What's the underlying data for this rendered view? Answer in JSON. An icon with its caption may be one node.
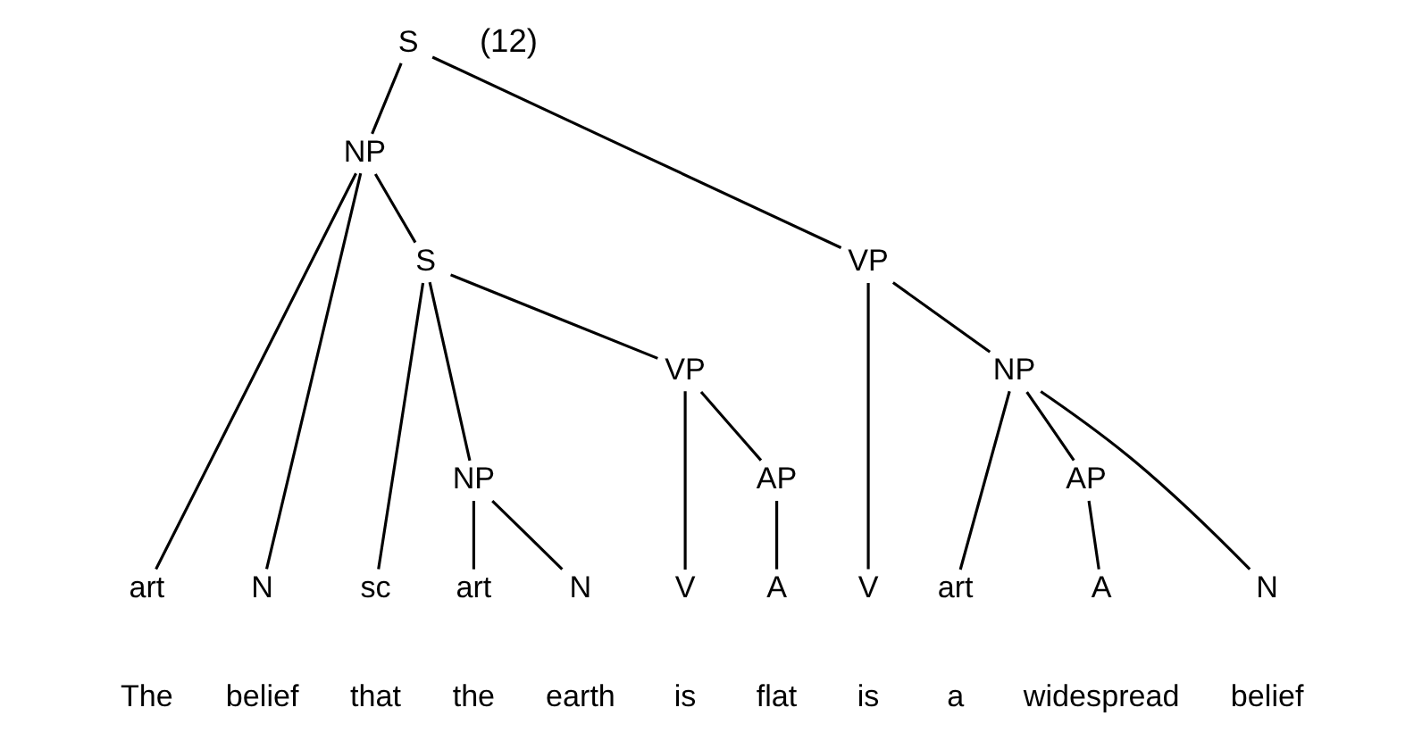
{
  "diagram": {
    "nodes": [
      {
        "text": [
          "S"
        ]
      },
      {
        "text": [
          "NP"
        ]
      },
      {
        "text": [
          "VP"
        ]
      },
      {
        "text": [
          "S"
        ]
      },
      {
        "text": [
          "VP"
        ]
      },
      {
        "text": [
          "NP"
        ]
      },
      {
        "text": [
          "NP"
        ]
      },
      {
        "text": [
          "AP"
        ]
      },
      {
        "text": [
          "AP"
        ]
      },
      {
        "text": [
          "art"
        ]
      },
      {
        "text": [
          "N"
        ]
      },
      {
        "text": [
          "sc"
        ]
      },
      {
        "text": [
          "art"
        ]
      },
      {
        "text": [
          "N"
        ]
      },
      {
        "text": [
          "V"
        ]
      },
      {
        "text": [
          "A"
        ]
      },
      {
        "text": [
          "V"
        ]
      },
      {
        "text": [
          "art"
        ]
      },
      {
        "text": [
          "A"
        ]
      },
      {
        "text": [
          "N"
        ]
      }
    ],
    "edges": [
      {
        "from": 0,
        "to": 1,
        "arrow": "none"
      },
      {
        "from": 0,
        "to": 2,
        "arrow": "none"
      },
      {
        "from": 1,
        "to": 9,
        "arrow": "none"
      },
      {
        "from": 1,
        "to": 10,
        "arrow": "none"
      },
      {
        "from": 1,
        "to": 3,
        "arrow": "none"
      },
      {
        "from": 3,
        "to": 11,
        "arrow": "none"
      },
      {
        "from": 3,
        "to": 6,
        "arrow": "none"
      },
      {
        "from": 3,
        "to": 4,
        "arrow": "none"
      },
      {
        "from": 6,
        "to": 12,
        "arrow": "none"
      },
      {
        "from": 6,
        "to": 13,
        "arrow": "none"
      },
      {
        "from": 4,
        "to": 14,
        "arrow": "none"
      },
      {
        "from": 4,
        "to": 7,
        "arrow": "none"
      },
      {
        "from": 7,
        "to": 15,
        "arrow": "none"
      },
      {
        "from": 2,
        "to": 16,
        "arrow": "none"
      },
      {
        "from": 2,
        "to": 5,
        "arrow": "none"
      },
      {
        "from": 5,
        "to": 17,
        "arrow": "none"
      },
      {
        "from": 5,
        "to": 8,
        "arrow": "none"
      },
      {
        "from": 8,
        "to": 18,
        "arrow": "none"
      },
      {
        "from": 5,
        "to": 19,
        "arrow": "none"
      }
    ],
    "labels": [
      "(12)",
      "The",
      "belief",
      "that",
      "the",
      "earth",
      "is",
      "flat",
      "is",
      "a",
      "widespread",
      "belief"
    ]
  }
}
